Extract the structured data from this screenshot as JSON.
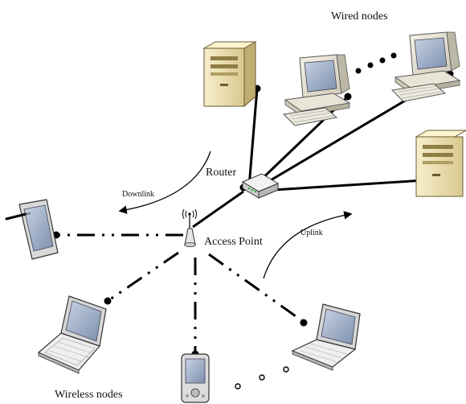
{
  "labels": {
    "wired_nodes": "Wired nodes",
    "router": "Router",
    "downlink": "Downlink",
    "access_point": "Access Point",
    "uplink": "Uplink",
    "wireless_nodes": "Wireless nodes"
  },
  "icons": [
    "server-icon",
    "desktop-computer-icon",
    "router-icon",
    "access-point-icon",
    "tablet-icon",
    "laptop-icon",
    "pda-icon"
  ],
  "colors": {
    "line": "#000000",
    "server_body": "#f2e6b8",
    "screen": "#9fb0c8",
    "router_led": "#3cb043"
  }
}
